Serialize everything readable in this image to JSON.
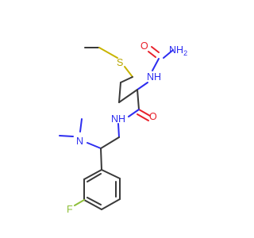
{
  "colors": {
    "carbon_bond": "#3a3a3a",
    "nitrogen": "#2d2df0",
    "oxygen": "#e8212b",
    "sulfur": "#c8b400",
    "fluorine": "#8ebf3a",
    "background": "#ffffff"
  },
  "atoms": {
    "urea_nh2": "NH",
    "urea_nh2_sub": "2",
    "urea_o": "O",
    "urea_nh": "NH",
    "thioether_s": "S",
    "amide_o": "O",
    "amide_nh": "NH",
    "dimethylamino_n": "N",
    "fluorine": "F"
  }
}
